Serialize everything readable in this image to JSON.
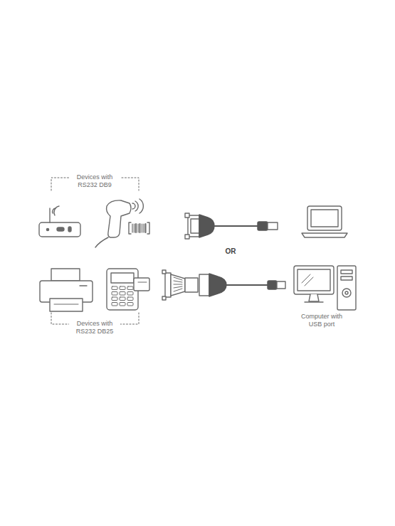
{
  "diagram": {
    "labels": [
      "Devices with RS232 DB9",
      "OR",
      "Devices with RS232 DB25",
      "Computer with USB port"
    ]
  }
}
